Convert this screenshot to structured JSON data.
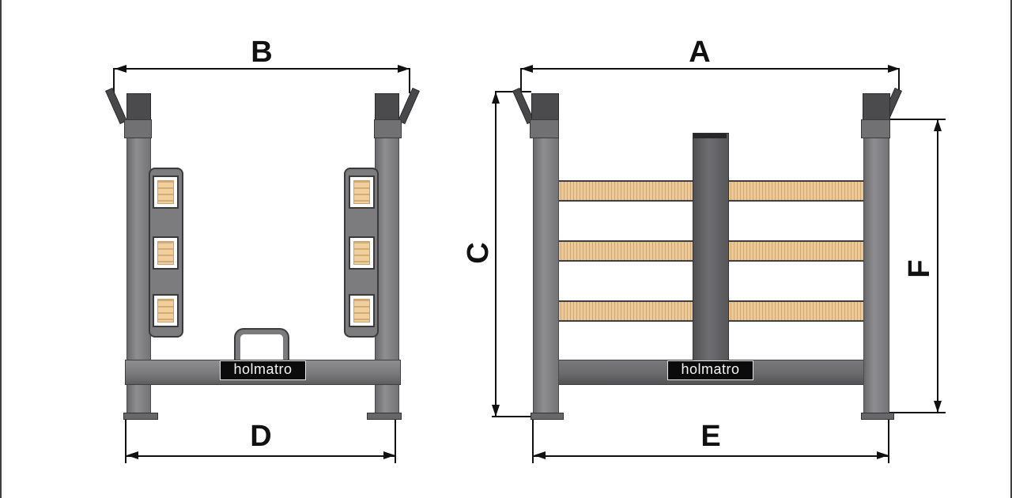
{
  "page": {
    "description": "Technical dimension drawing of a stackable post pallet (stillage): side view on the left, front view on the right",
    "background": "#ffffff"
  },
  "brand": {
    "left": "holmatro",
    "right": "holmatro"
  },
  "dimensions": {
    "A": "A",
    "B": "B",
    "C": "C",
    "D": "D",
    "E": "E",
    "F": "F"
  },
  "colors": {
    "ink": "#111111",
    "outline": "#3a3a3c",
    "cap": "#4b4b4e",
    "collar": "#717174",
    "wood": "#ecc997",
    "label-bg": "#0b0b0b",
    "label-text": "#f4f4f4",
    "edge-line": "#3d3d3d",
    "bg": "#ffffff"
  }
}
